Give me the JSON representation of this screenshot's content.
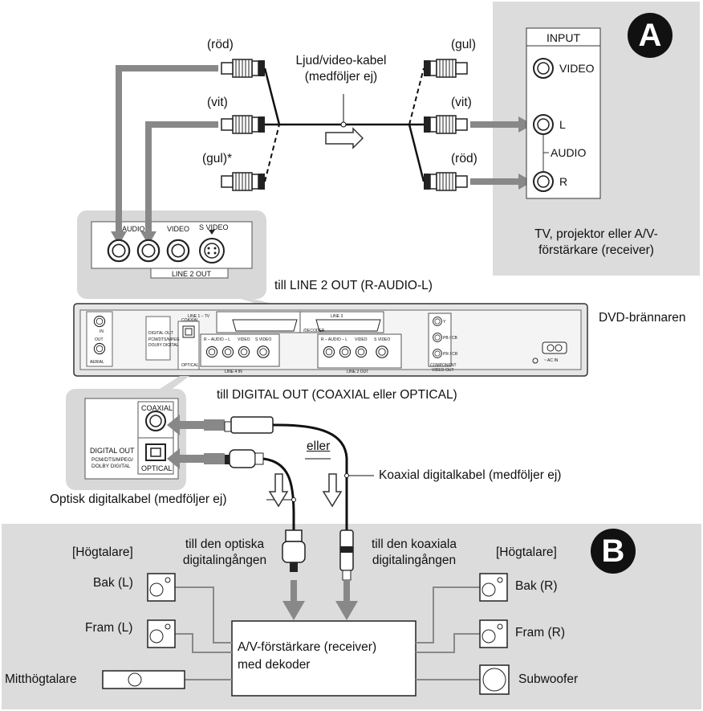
{
  "badges": {
    "a": "A",
    "b": "B"
  },
  "cable_top": {
    "label_line1": "Ljud/video-kabel",
    "label_line2": "(medföljer ej)",
    "left_red": "(röd)",
    "left_white": "(vit)",
    "left_yellow": "(gul)*",
    "right_yellow": "(gul)",
    "right_white": "(vit)",
    "right_red": "(röd)"
  },
  "tv": {
    "input_header": "INPUT",
    "video": "VIDEO",
    "l": "L",
    "audio": "AUDIO",
    "r": "R",
    "caption_line1": "TV, projektor eller A/V-",
    "caption_line2": "förstärkare (receiver)"
  },
  "line2_zoom": {
    "audio": "AUDIO",
    "video": "VIDEO",
    "svideo": "S VIDEO",
    "line2out": "LINE 2 OUT"
  },
  "labels": {
    "till_line2": "till LINE 2 OUT (R-AUDIO-L)",
    "dvd": "DVD-brännaren",
    "till_digital": "till DIGITAL OUT (COAXIAL eller OPTICAL)",
    "eller": "eller",
    "koax_cable": "Koaxial digitalkabel (medföljer ej)",
    "opt_cable": "Optisk digitalkabel (medföljer ej)",
    "till_opt_line1": "till den optiska",
    "till_opt_line2": "digitalingången",
    "till_koax_line1": "till den koaxiala",
    "till_koax_line2": "digitalingången"
  },
  "digital_zoom": {
    "coaxial": "COAXIAL",
    "optical": "OPTICAL",
    "digital_out": "DIGITAL OUT",
    "formats_line1": "PCM/DTS/MPEG/",
    "formats_line2": "DOLBY DIGITAL"
  },
  "rear_panel": {
    "line1_tv": "LINE 1 – TV",
    "line3": "LINE 3",
    "decoder": "/DECODER",
    "r_audio_l": "R – AUDIO – L",
    "video": "VIDEO",
    "svideo": "S VIDEO",
    "line4in": "LINE 4 IN",
    "line2out": "LINE 2 OUT",
    "coaxial": "COAXIAL",
    "optical": "OPTICAL",
    "digital_out": "DIGITAL OUT",
    "formats": "PCM/DTS/MPEG",
    "dolby": "DOLBY DIGITAL",
    "component": "COMPONENT",
    "video_out": "VIDEO OUT",
    "y": "Y",
    "pb": "PB / CB",
    "pr": "PR / CR",
    "ac_in": "~ AC IN",
    "aerial": "AERIAL",
    "in": "IN",
    "out": "OUT"
  },
  "speakers": {
    "left_header": "[Högtalare]",
    "right_header": "[Högtalare]",
    "bak_l": "Bak (L)",
    "fram_l": "Fram (L)",
    "mitt": "Mitthögtalare",
    "bak_r": "Bak (R)",
    "fram_r": "Fram (R)",
    "subwoofer": "Subwoofer"
  },
  "receiver": {
    "line1": "A/V-förstärkare (receiver)",
    "line2": "med dekoder"
  }
}
